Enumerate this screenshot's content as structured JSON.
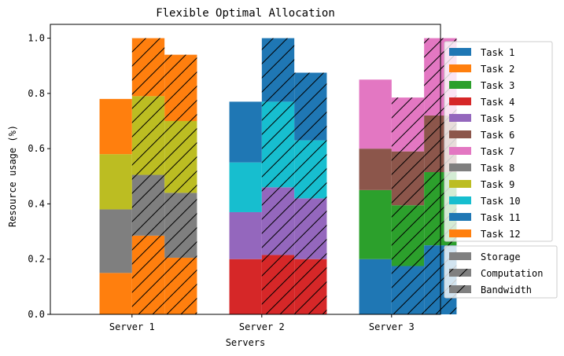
{
  "chart_data": {
    "type": "bar",
    "title": "Flexible Optimal Allocation",
    "xlabel": "Servers",
    "ylabel": "Resource usage (%)",
    "ylim": [
      0,
      1.05
    ],
    "yticks": [
      "0.0",
      "0.2",
      "0.4",
      "0.6",
      "0.8",
      "1.0"
    ],
    "categories": [
      "Server 1",
      "Server 2",
      "Server 3"
    ],
    "resources": [
      {
        "name": "Storage",
        "hatch": "none"
      },
      {
        "name": "Computation",
        "hatch": "diagonal"
      },
      {
        "name": "Bandwidth",
        "hatch": "diagonal"
      }
    ],
    "series": [
      {
        "name": "Task 1",
        "color": "#1f77b4",
        "values": [
          [
            0,
            0,
            0
          ],
          [
            0,
            0,
            0
          ],
          [
            0.2,
            0.175,
            0.25
          ]
        ]
      },
      {
        "name": "Task 2",
        "color": "#ff7f0e",
        "values": [
          [
            0.15,
            0.285,
            0.205
          ],
          [
            0,
            0,
            0
          ],
          [
            0,
            0,
            0
          ]
        ]
      },
      {
        "name": "Task 3",
        "color": "#2ca02c",
        "values": [
          [
            0,
            0,
            0
          ],
          [
            0,
            0,
            0
          ],
          [
            0.25,
            0.22,
            0.265
          ]
        ]
      },
      {
        "name": "Task 4",
        "color": "#d62728",
        "values": [
          [
            0,
            0,
            0
          ],
          [
            0.2,
            0.215,
            0.2
          ],
          [
            0,
            0,
            0
          ]
        ]
      },
      {
        "name": "Task 5",
        "color": "#9467bd",
        "values": [
          [
            0,
            0,
            0
          ],
          [
            0.17,
            0.245,
            0.22
          ],
          [
            0,
            0,
            0
          ]
        ]
      },
      {
        "name": "Task 6",
        "color": "#8c564b",
        "values": [
          [
            0,
            0,
            0
          ],
          [
            0,
            0,
            0
          ],
          [
            0.15,
            0.195,
            0.205
          ]
        ]
      },
      {
        "name": "Task 7",
        "color": "#e377c2",
        "values": [
          [
            0,
            0,
            0
          ],
          [
            0,
            0,
            0
          ],
          [
            0.25,
            0.195,
            0.28
          ]
        ]
      },
      {
        "name": "Task 8",
        "color": "#7f7f7f",
        "values": [
          [
            0.23,
            0.22,
            0.235
          ],
          [
            0,
            0,
            0
          ],
          [
            0,
            0,
            0
          ]
        ]
      },
      {
        "name": "Task 9",
        "color": "#bcbd22",
        "values": [
          [
            0.2,
            0.285,
            0.26
          ],
          [
            0,
            0,
            0
          ],
          [
            0,
            0,
            0
          ]
        ]
      },
      {
        "name": "Task 10",
        "color": "#17becf",
        "values": [
          [
            0,
            0,
            0
          ],
          [
            0.18,
            0.31,
            0.21
          ],
          [
            0,
            0,
            0
          ]
        ]
      },
      {
        "name": "Task 11",
        "color": "#1f77b4",
        "values": [
          [
            0,
            0,
            0
          ],
          [
            0.22,
            0.23,
            0.245
          ],
          [
            0,
            0,
            0
          ]
        ]
      },
      {
        "name": "Task 12",
        "color": "#ff7f0e",
        "values": [
          [
            0.2,
            0.21,
            0.24
          ],
          [
            0,
            0,
            0
          ],
          [
            0,
            0,
            0
          ]
        ]
      }
    ],
    "grid": false,
    "legend_position": "right"
  }
}
